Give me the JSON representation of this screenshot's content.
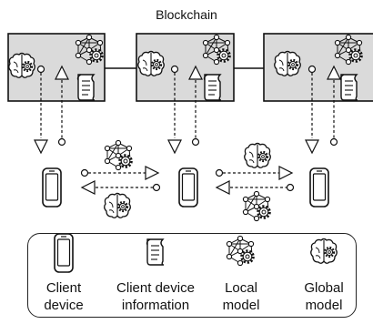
{
  "title": "Blockchain",
  "legend": [
    {
      "icon": "phone-icon",
      "lines": [
        "Client",
        "device"
      ]
    },
    {
      "icon": "document-icon",
      "lines": [
        "Client device",
        "information"
      ]
    },
    {
      "icon": "network-gear-icon",
      "lines": [
        "Local",
        "model"
      ]
    },
    {
      "icon": "brain-gear-icon",
      "lines": [
        "Global",
        "model"
      ]
    }
  ]
}
